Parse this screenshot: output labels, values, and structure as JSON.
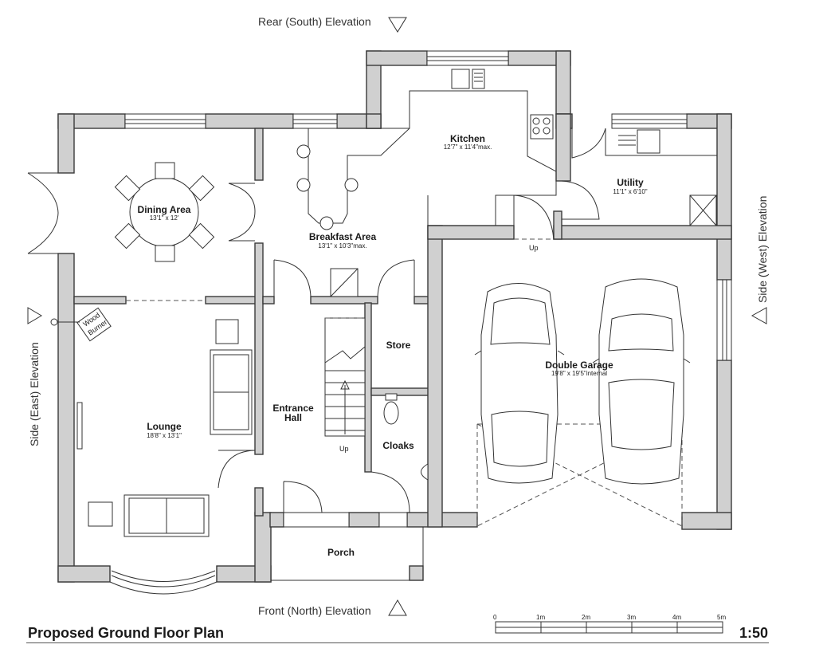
{
  "elevations": {
    "rear": "Rear (South) Elevation",
    "front": "Front (North) Elevation",
    "east": "Side (East) Elevation",
    "west": "Side (West) Elevation"
  },
  "rooms": {
    "kitchen": {
      "name": "Kitchen",
      "dims": "12'7\" x 11'4\"max."
    },
    "utility": {
      "name": "Utility",
      "dims": "11'1\" x 6'10\""
    },
    "dining": {
      "name": "Dining Area",
      "dims": "13'1\" x 12'"
    },
    "breakfast": {
      "name": "Breakfast Area",
      "dims": "13'1\" x 10'3\"max."
    },
    "store": {
      "name": "Store"
    },
    "hall": {
      "name_line1": "Entrance",
      "name_line2": "Hall"
    },
    "cloaks": {
      "name": "Cloaks"
    },
    "lounge": {
      "name": "Lounge",
      "dims": "18'8\" x 13'1\""
    },
    "garage": {
      "name": "Double Garage",
      "dims": "19'8\" x 19'5\"internal"
    },
    "porch": {
      "name": "Porch"
    }
  },
  "annotations": {
    "up_stairs": "Up",
    "up_step": "Up",
    "wood_burner_line1": "Wood",
    "wood_burner_line2": "Burner"
  },
  "scale_bar": {
    "ticks": [
      "0",
      "1m",
      "2m",
      "3m",
      "4m",
      "5m"
    ]
  },
  "title": "Proposed Ground Floor Plan",
  "scale": "1:50"
}
